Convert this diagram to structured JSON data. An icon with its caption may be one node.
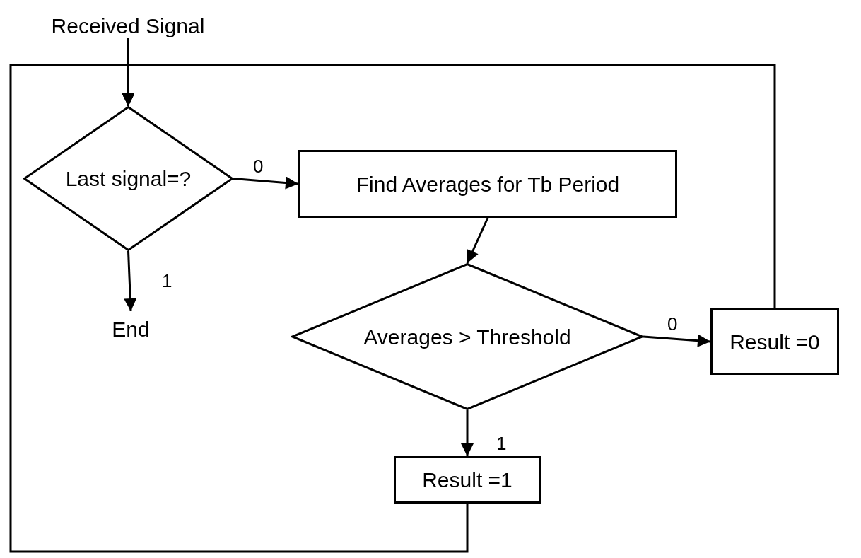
{
  "diagram": {
    "nodes": [
      {
        "text": [
          "Received Signal"
        ]
      },
      {
        "text": [
          "Last signal=?"
        ]
      },
      {
        "text": [
          "Find Averages for Tb Period"
        ]
      },
      {
        "text": [
          "Averages > Threshold"
        ]
      },
      {
        "text": [
          "Result =0"
        ]
      },
      {
        "text": [
          "Result =1"
        ]
      },
      {
        "text": [
          "End"
        ]
      }
    ],
    "edges": [
      {
        "from": 0,
        "to": 1,
        "arrow": "to"
      },
      {
        "from": 1,
        "to": 2,
        "arrow": "to",
        "label": "0"
      },
      {
        "from": 1,
        "to": 6,
        "arrow": "to",
        "label": "1"
      },
      {
        "from": 2,
        "to": 3,
        "arrow": "to"
      },
      {
        "from": 3,
        "to": 4,
        "arrow": "to",
        "label": "0"
      },
      {
        "from": 3,
        "to": 5,
        "arrow": "to",
        "label": "1"
      },
      {
        "from": 4,
        "to": 1,
        "arrow": "to"
      },
      {
        "from": 5,
        "to": 1,
        "arrow": "to"
      }
    ]
  }
}
